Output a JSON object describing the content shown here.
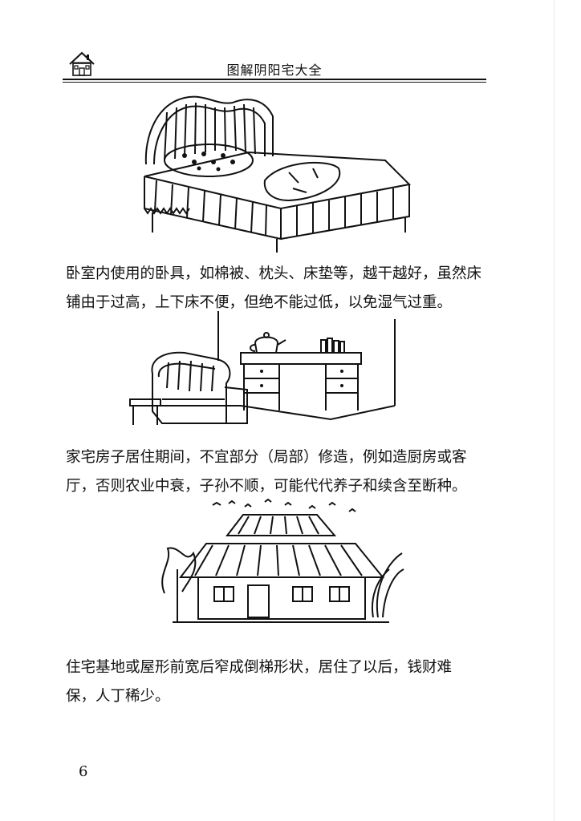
{
  "header": {
    "title": "图解阴阳宅大全",
    "logo_icon": "house-logo-icon"
  },
  "paragraphs": [
    {
      "lines": [
        "卧室内使用的卧具，如棉被、枕头、床垫等，越干越好，虽然床",
        "铺由于过高，上下床不便，但绝不能过低，以免湿气过重。"
      ]
    },
    {
      "lines": [
        "家宅房子居住期间，不宜部分（局部）修造，例如造厨房或客",
        "厅，否则农业中衰，子孙不顺，可能代代养子和续含至断种。"
      ]
    },
    {
      "lines": [
        "住宅基地或屋形前宽后窄成倒梯形状，居住了以后，钱财难",
        "保，人丁稀少。"
      ]
    }
  ],
  "illustrations": [
    {
      "name": "bed-illustration"
    },
    {
      "name": "room-illustration"
    },
    {
      "name": "house-illustration"
    }
  ],
  "page_number": "6"
}
